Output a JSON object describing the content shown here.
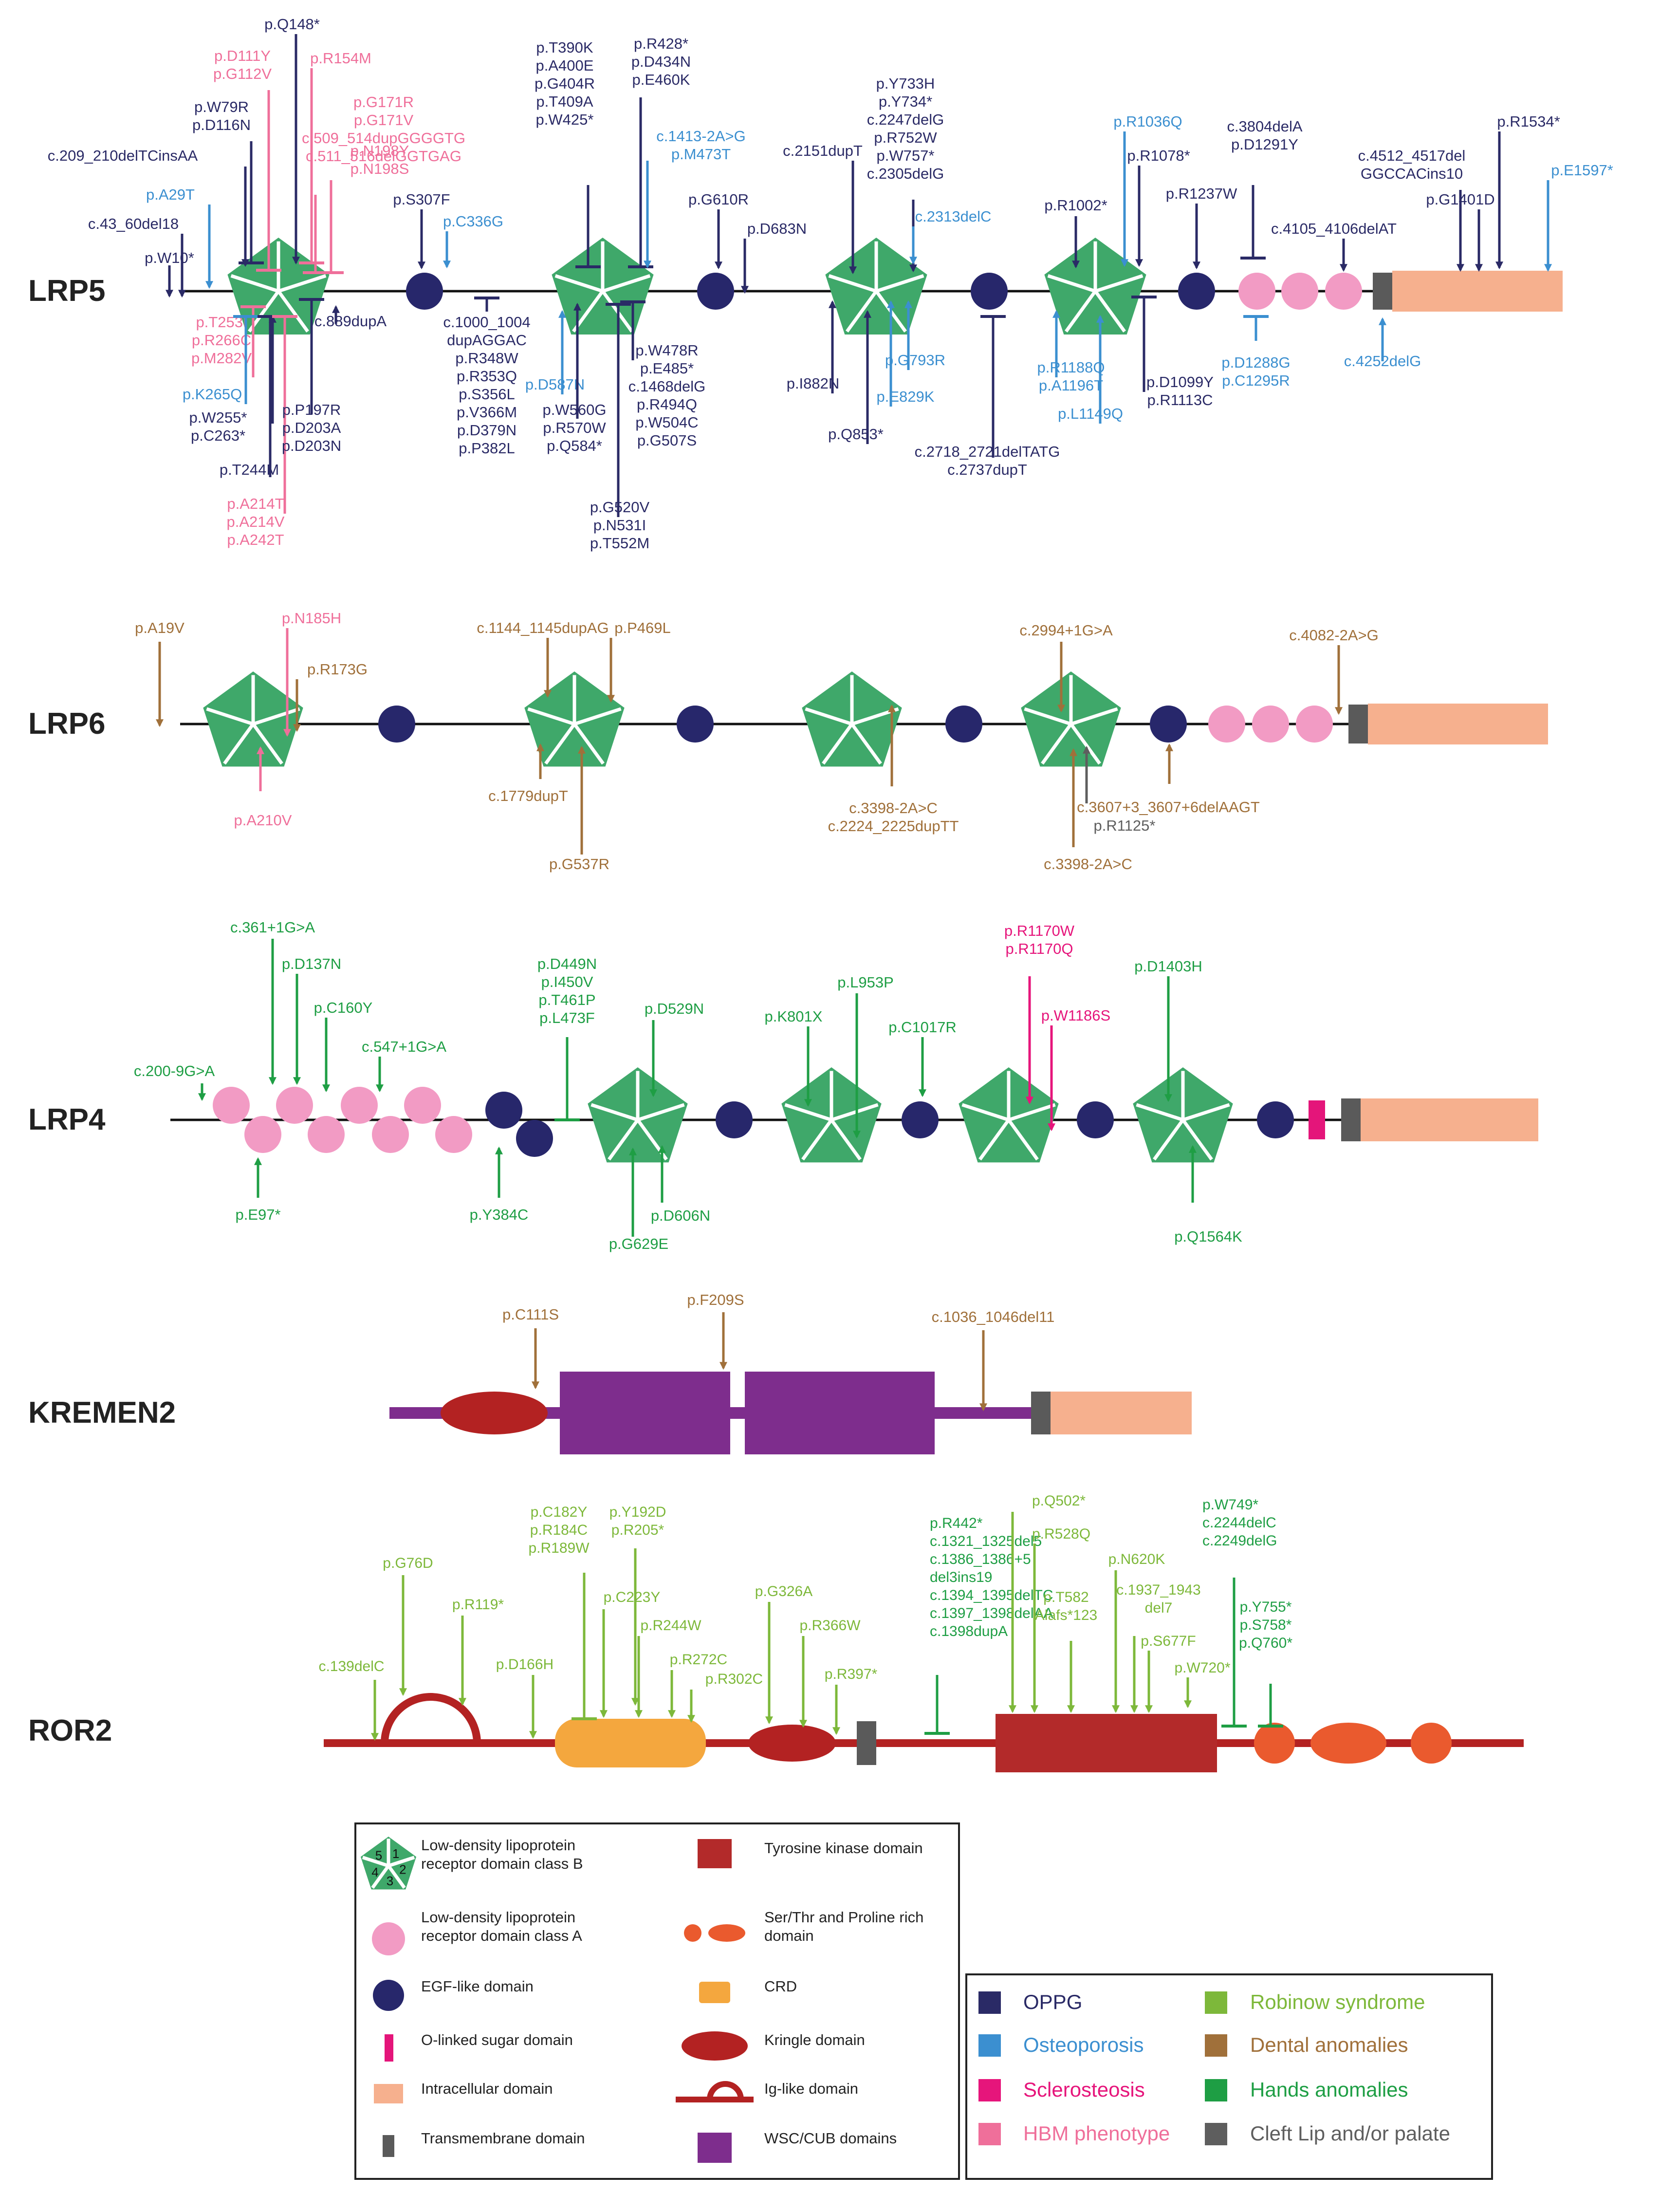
{
  "genes": [
    {
      "id": "lrp5",
      "name": "LRP5"
    },
    {
      "id": "lrp6",
      "name": "LRP6"
    },
    {
      "id": "lrp4",
      "name": "LRP4"
    },
    {
      "id": "kremen2",
      "name": "KREMEN2"
    },
    {
      "id": "ror2",
      "name": "ROR2"
    }
  ],
  "colors": {
    "oppg": "#2a2a66",
    "osteoporosis": "#3b8fd0",
    "sclerosteosis": "#e6157b",
    "hbm": "#ef6f9a",
    "robinow": "#7db83a",
    "dental": "#a0703a",
    "hands": "#1e9e44",
    "cleft": "#5e5e5e",
    "ldlrB": "#3fa86a",
    "ldlrA": "#f29bc4",
    "egf": "#27276b",
    "olinked": "#e4157a",
    "intracellular": "#f6b08e",
    "transmembrane": "#5a5a5a",
    "tk": "#b32a2a",
    "serthr": "#ea5a2e",
    "crd": "#f4a73e",
    "kringle": "#b32222",
    "ig": "#b32222",
    "wsc": "#7e2d8d",
    "ror2line": "#b32222"
  },
  "legend": {
    "domains": [
      {
        "key": "ldlrB",
        "label": "Low-density lipoprotein\nreceptor domain class B"
      },
      {
        "key": "ldlrA",
        "label": "Low-density lipoprotein\nreceptor domain class A"
      },
      {
        "key": "egf",
        "label": "EGF-like domain"
      },
      {
        "key": "olinked",
        "label": "O-linked sugar domain"
      },
      {
        "key": "intracellular",
        "label": "Intracellular domain"
      },
      {
        "key": "transmembrane",
        "label": "Transmembrane domain"
      },
      {
        "key": "tk",
        "label": "Tyrosine kinase domain"
      },
      {
        "key": "serthr",
        "label": "Ser/Thr and Proline rich\ndomain"
      },
      {
        "key": "crd",
        "label": "CRD"
      },
      {
        "key": "kringle",
        "label": "Kringle domain"
      },
      {
        "key": "ig",
        "label": "Ig-like domain"
      },
      {
        "key": "wsc",
        "label": "WSC/CUB domains"
      }
    ],
    "pentagon_numbers": [
      "1",
      "2",
      "3",
      "4",
      "5"
    ],
    "phenotypes": [
      {
        "key": "oppg",
        "label": "OPPG"
      },
      {
        "key": "osteoporosis",
        "label": "Osteoporosis"
      },
      {
        "key": "sclerosteosis",
        "label": "Sclerosteosis"
      },
      {
        "key": "hbm",
        "label": "HBM phenotype"
      },
      {
        "key": "robinow",
        "label": "Robinow syndrome"
      },
      {
        "key": "dental",
        "label": "Dental anomalies"
      },
      {
        "key": "hands",
        "label": "Hands anomalies"
      },
      {
        "key": "cleft",
        "label": "Cleft Lip and/or palate"
      }
    ]
  },
  "mutations": {
    "lrp5": {
      "above": [
        {
          "p": "oppg",
          "text": "p.W10*"
        },
        {
          "p": "oppg",
          "text": "c.43_60del18"
        },
        {
          "p": "osteoporosis",
          "text": "p.A29T"
        },
        {
          "p": "oppg",
          "text": "c.209_210delTCinsAA"
        },
        {
          "p": "oppg",
          "text": "p.W79R\np.D116N"
        },
        {
          "p": "hbm",
          "text": "p.D111Y\np.G112V"
        },
        {
          "p": "oppg",
          "text": "p.Q148*"
        },
        {
          "p": "hbm",
          "text": "p.R154M"
        },
        {
          "p": "hbm",
          "text": "p.G171R\np.G171V\nc.509_514dupGGGGTG\nc.511_516delGGTGAG"
        },
        {
          "p": "hbm",
          "text": "p.N198Y\np.N198S"
        },
        {
          "p": "oppg",
          "text": "p.S307F"
        },
        {
          "p": "osteoporosis",
          "text": "p.C336G"
        },
        {
          "p": "oppg",
          "text": "p.T390K\np.A400E\np.G404R\np.T409A\np.W425*"
        },
        {
          "p": "oppg",
          "text": "p.R428*\np.D434N\np.E460K"
        },
        {
          "p": "osteoporosis",
          "text": "c.1413-2A>G\np.M473T"
        },
        {
          "p": "oppg",
          "text": "p.G610R"
        },
        {
          "p": "oppg",
          "text": "p.D683N"
        },
        {
          "p": "oppg",
          "text": "c.2151dupT"
        },
        {
          "p": "oppg",
          "text": "p.Y733H\np.Y734*\nc.2247delG\np.R752W\np.W757*\nc.2305delG"
        },
        {
          "p": "osteoporosis",
          "text": "c.2313delC"
        },
        {
          "p": "oppg",
          "text": "p.R1002*"
        },
        {
          "p": "osteoporosis",
          "text": "p.R1036Q"
        },
        {
          "p": "oppg",
          "text": "p.R1078*"
        },
        {
          "p": "oppg",
          "text": "p.R1237W"
        },
        {
          "p": "oppg",
          "text": "c.3804delA\np.D1291Y"
        },
        {
          "p": "oppg",
          "text": "c.4105_4106delAT"
        },
        {
          "p": "oppg",
          "text": "c.4512_4517del\nGGCCACins10"
        },
        {
          "p": "oppg",
          "text": "p.G1401D"
        },
        {
          "p": "oppg",
          "text": "p.R1534*"
        },
        {
          "p": "osteoporosis",
          "text": "p.E1597*"
        }
      ],
      "below": [
        {
          "p": "hbm",
          "text": "p.T253I\np.R266C\np.M282V"
        },
        {
          "p": "osteoporosis",
          "text": "p.K265Q"
        },
        {
          "p": "oppg",
          "text": "p.W255*\np.C263*"
        },
        {
          "p": "oppg",
          "text": "p.T244M"
        },
        {
          "p": "hbm",
          "text": "p.A214T\np.A214V\np.A242T"
        },
        {
          "p": "oppg",
          "text": "p.P197R\np.D203A\np.D203N"
        },
        {
          "p": "oppg",
          "text": "c.889dupA"
        },
        {
          "p": "oppg",
          "text": "c.1000_1004\ndupAGGAC\np.R348W\np.R353Q\np.S356L\np.V366M\np.D379N\np.P382L"
        },
        {
          "p": "osteoporosis",
          "text": "p.D587N"
        },
        {
          "p": "oppg",
          "text": "p.W560G\np.R570W\np.Q584*"
        },
        {
          "p": "oppg",
          "text": "p.G520V\np.N531I\np.T552M"
        },
        {
          "p": "oppg",
          "text": "p.W478R\np.E485*\nc.1468delG\np.R494Q\np.W504C\np.G507S"
        },
        {
          "p": "oppg",
          "text": "p.I882N"
        },
        {
          "p": "oppg",
          "text": "p.Q853*"
        },
        {
          "p": "osteoporosis",
          "text": "p.G793R"
        },
        {
          "p": "osteoporosis",
          "text": "p.E829K"
        },
        {
          "p": "oppg",
          "text": "c.2718_2721delTATG\nc.2737dupT"
        },
        {
          "p": "osteoporosis",
          "text": "p.R1188Q\np.A1196T"
        },
        {
          "p": "osteoporosis",
          "text": "p.L1149Q"
        },
        {
          "p": "oppg",
          "text": "p.D1099Y\np.R1113C"
        },
        {
          "p": "osteoporosis",
          "text": "p.D1288G\np.C1295R"
        },
        {
          "p": "osteoporosis",
          "text": "c.4252delG"
        }
      ]
    },
    "lrp6": {
      "above": [
        {
          "p": "dental",
          "text": "p.A19V"
        },
        {
          "p": "hbm",
          "text": "p.N185H"
        },
        {
          "p": "dental",
          "text": "p.R173G"
        },
        {
          "p": "dental",
          "text": "c.1144_1145dupAG"
        },
        {
          "p": "dental",
          "text": "p.P469L"
        },
        {
          "p": "dental",
          "text": "c.2994+1G>A"
        },
        {
          "p": "dental",
          "text": "c.4082-2A>G"
        }
      ],
      "below": [
        {
          "p": "hbm",
          "text": "p.A210V"
        },
        {
          "p": "dental",
          "text": "c.1779dupT"
        },
        {
          "p": "dental",
          "text": "p.G537R"
        },
        {
          "p": "dental",
          "text": "c.3398-2A>C\nc.2224_2225dupTT"
        },
        {
          "p": "cleft",
          "text": "p.R1125*"
        },
        {
          "p": "dental",
          "text": "c.3398-2A>C"
        },
        {
          "p": "dental",
          "text": "c.3607+3_3607+6delAAGT"
        }
      ]
    },
    "lrp4": {
      "above": [
        {
          "p": "hands",
          "text": "c.200-9G>A"
        },
        {
          "p": "hands",
          "text": "c.361+1G>A"
        },
        {
          "p": "hands",
          "text": "p.D137N"
        },
        {
          "p": "hands",
          "text": "p.C160Y"
        },
        {
          "p": "hands",
          "text": "c.547+1G>A"
        },
        {
          "p": "hands",
          "text": "p.D449N\np.I450V\np.T461P\np.L473F"
        },
        {
          "p": "hands",
          "text": "p.D529N"
        },
        {
          "p": "hands",
          "text": "p.K801X"
        },
        {
          "p": "hands",
          "text": "p.L953P"
        },
        {
          "p": "hands",
          "text": "p.C1017R"
        },
        {
          "p": "sclerosteosis",
          "text": "p.R1170W\np.R1170Q"
        },
        {
          "p": "sclerosteosis",
          "text": "p.W1186S"
        },
        {
          "p": "hands",
          "text": "p.D1403H"
        }
      ],
      "below": [
        {
          "p": "hands",
          "text": "p.E97*"
        },
        {
          "p": "hands",
          "text": "p.Y384C"
        },
        {
          "p": "hands",
          "text": "p.G629E"
        },
        {
          "p": "hands",
          "text": "p.D606N"
        },
        {
          "p": "hands",
          "text": "p.Q1564K"
        }
      ]
    },
    "kremen2": {
      "above": [
        {
          "p": "dental",
          "text": "p.C111S"
        },
        {
          "p": "dental",
          "text": "p.F209S"
        },
        {
          "p": "dental",
          "text": "c.1036_1046del11"
        }
      ],
      "below": []
    },
    "ror2": {
      "above": [
        {
          "p": "robinow",
          "text": "c.139delC"
        },
        {
          "p": "robinow",
          "text": "p.G76D"
        },
        {
          "p": "robinow",
          "text": "p.R119*"
        },
        {
          "p": "robinow",
          "text": "p.D166H"
        },
        {
          "p": "robinow",
          "text": "p.C182Y\np.R184C\np.R189W"
        },
        {
          "p": "robinow",
          "text": "p.Y192D\np.R205*"
        },
        {
          "p": "robinow",
          "text": "p.C223Y"
        },
        {
          "p": "robinow",
          "text": "p.R244W"
        },
        {
          "p": "robinow",
          "text": "p.R272C"
        },
        {
          "p": "robinow",
          "text": "p.R302C"
        },
        {
          "p": "robinow",
          "text": "p.G326A"
        },
        {
          "p": "robinow",
          "text": "p.R366W"
        },
        {
          "p": "robinow",
          "text": "p.R397*"
        },
        {
          "p": "hands",
          "text": "p.R442*\nc.1321_1325del5\nc.1386_1386+5\ndel3ins19\nc.1394_1395delTC\nc.1397_1398delAA\nc.1398dupA"
        },
        {
          "p": "robinow",
          "text": "p.Q502*"
        },
        {
          "p": "robinow",
          "text": "p.R528Q"
        },
        {
          "p": "robinow",
          "text": "p.T582\nAlafs*123"
        },
        {
          "p": "robinow",
          "text": "p.N620K"
        },
        {
          "p": "robinow",
          "text": "c.1937_1943\ndel7"
        },
        {
          "p": "robinow",
          "text": "p.S677F"
        },
        {
          "p": "robinow",
          "text": "p.W720*"
        },
        {
          "p": "hands",
          "text": "p.W749*\nc.2244delC\nc.2249delG"
        },
        {
          "p": "hands",
          "text": "p.Y755*\np.S758*\np.Q760*"
        }
      ],
      "below": []
    }
  }
}
